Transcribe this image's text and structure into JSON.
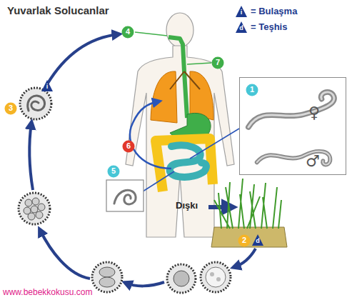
{
  "diagram": {
    "title": "Yuvarlak Solucanlar",
    "nodes": [
      {
        "text": [
          "4"
        ]
      },
      {
        "text": [
          "7"
        ]
      },
      {
        "text": [
          "♀",
          "♂"
        ]
      },
      {
        "text": [
          "1"
        ],
        "in": 2
      },
      {
        "text": [
          "3"
        ]
      },
      {
        "text": [
          "6"
        ]
      },
      {
        "text": [
          "5"
        ]
      },
      {
        "text": [
          "2"
        ]
      }
    ],
    "labels": [
      "i",
      "d",
      "d",
      "i",
      "d",
      "Dışkı",
      "www.bebekkokusu.com"
    ],
    "legend": [
      {
        "text": "= Bulaşma"
      },
      {
        "text": "= Teşhis"
      }
    ]
  }
}
